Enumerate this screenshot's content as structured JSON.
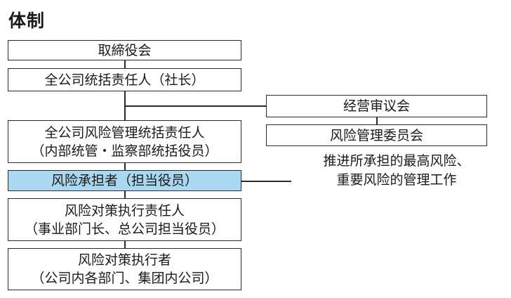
{
  "title": "体制",
  "boxes": {
    "board": "取締役会",
    "company_manager": "全公司统括责任人（社长）",
    "mgmt_council": "经营审议会",
    "risk_committee": "风险管理委员会",
    "risk_overall_line1": "全公司风险管理统括责任人",
    "risk_overall_line2": "（内部统管・监察部统括役员）",
    "risk_owner": "风险承担者（担当役员）",
    "countermeasure_mgr_line1": "风险对策执行责任人",
    "countermeasure_mgr_line2": "（事业部门长、总公司担当役员）",
    "countermeasure_exec_line1": "风险对策执行者",
    "countermeasure_exec_line2": "（公司内各部门、集团内公司）"
  },
  "note": {
    "line1": "推进所承担的最高风险、",
    "line2": "重要风险的管理工作"
  },
  "colors": {
    "highlight": "#a9d8f0",
    "border": "#2b2b2b"
  }
}
